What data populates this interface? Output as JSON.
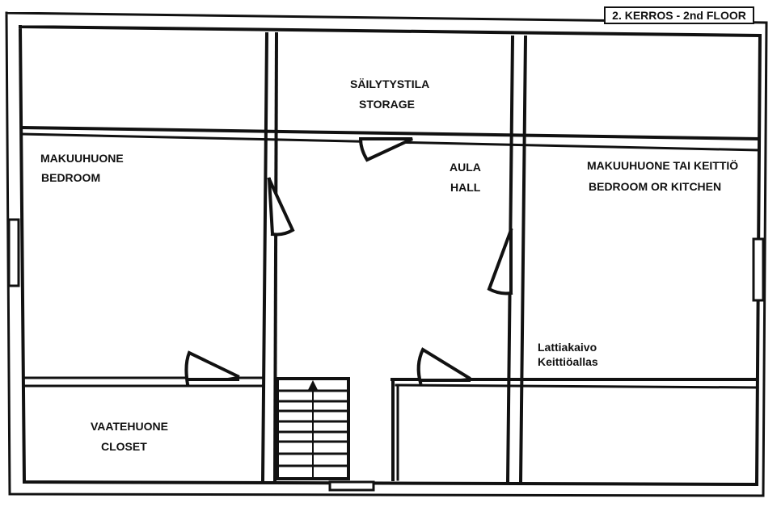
{
  "title": "2. KERROS - 2nd FLOOR",
  "rooms": [
    {
      "id": "bedroom-left",
      "name_fi": "MAKUUHUONE",
      "name_en": "BEDROOM"
    },
    {
      "id": "storage",
      "name_fi": "SÄILYTYSTILA",
      "name_en": "STORAGE"
    },
    {
      "id": "hall",
      "name_fi": "AULA",
      "name_en": "HALL"
    },
    {
      "id": "bedroom-kitchen",
      "name_fi": "MAKUUHUONE TAI KEITTIÖ",
      "name_en": "BEDROOM OR KITCHEN"
    },
    {
      "id": "closet",
      "name_fi": "VAATEHUONE",
      "name_en": "CLOSET"
    }
  ],
  "notes": {
    "floor_drain": "Lattiakaivo",
    "kitchen_sink": "Keittiöallas"
  },
  "colors": {
    "wall": "#111111",
    "background": "#ffffff"
  }
}
